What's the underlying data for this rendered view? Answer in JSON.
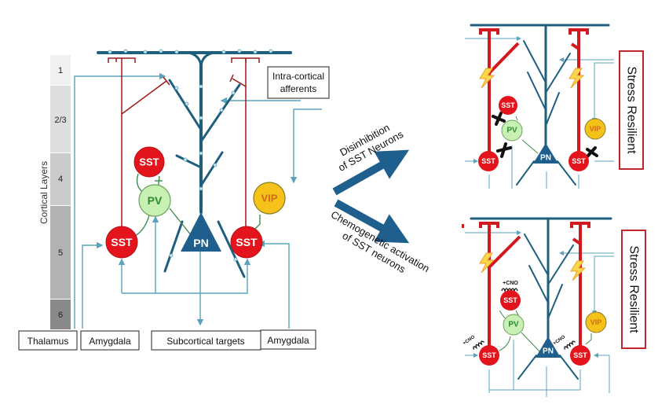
{
  "layers_bar": {
    "axis_label": "Cortical Layers",
    "layers": [
      {
        "label": "1",
        "color": "#f1f1f1"
      },
      {
        "label": "2/3",
        "color": "#dedede"
      },
      {
        "label": "4",
        "color": "#cbcbcb"
      },
      {
        "label": "5",
        "color": "#b2b2b2"
      },
      {
        "label": "6",
        "color": "#8a8a8a"
      }
    ]
  },
  "inputs": {
    "thalamus": "Thalamus",
    "amygdala_left": "Amygdala",
    "subcortical": "Subcortical targets",
    "amygdala_right": "Amygdala",
    "intracortical_line1": "Intra-cortical",
    "intracortical_line2": "afferents"
  },
  "neurons": {
    "sst": "SST",
    "pv": "PV",
    "pn": "PN",
    "vip": "VIP"
  },
  "arrows": {
    "top_line1": "Disinhibition",
    "top_line2": "of SST Neurons",
    "bottom_line1": "Chemogenetic activation",
    "bottom_line2": "of SST neurons"
  },
  "panels": {
    "top_outcome": "Stress Resilient",
    "bottom_outcome": "Stress Resilient",
    "cno_label": "+CNO"
  },
  "colors": {
    "sst": "#e3141b",
    "pv": "#c8f0b4",
    "pv_text": "#2e8b2e",
    "vip": "#f5c21a",
    "vip_text": "#d2691e",
    "pn": "#1f5f8e",
    "dendrite": "#1f5f7e",
    "input_line": "#5ba3bd",
    "sst_axon": "#9c1a1a",
    "outcome_border": "#c0272d"
  }
}
